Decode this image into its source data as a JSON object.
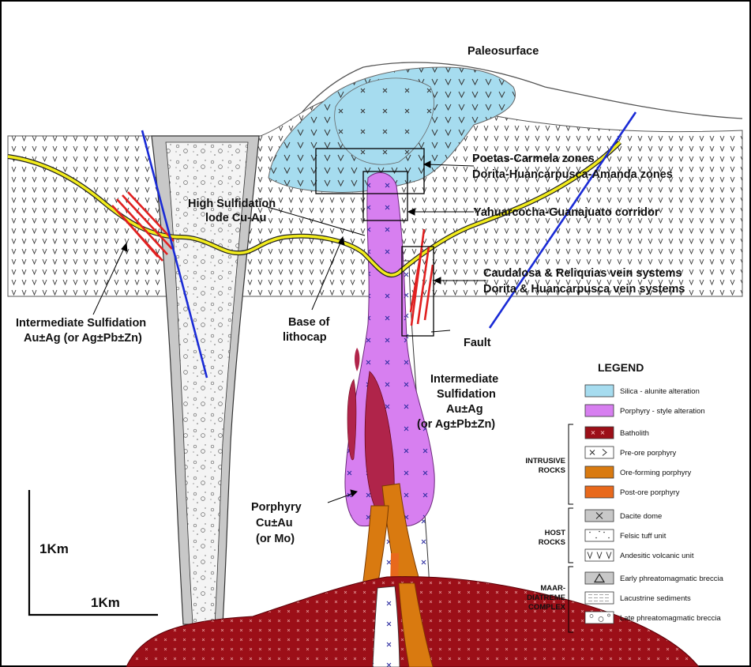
{
  "diagram": {
    "labels": {
      "paleosurface": "Paleosurface",
      "poetas": "Poetas-Carmela zones",
      "dorita_zones": "Dorita-Huancarpusca-Amanda zones",
      "high_sulf_1": "High Sulfidation",
      "high_sulf_2": "lode Cu-Au",
      "yahuarcocha": "Yahuarcocha-Guanajuato corridor",
      "caudalosa": "Caudalosa & Reliquias vein systems",
      "dorita_veins": "Dorita & Huancarpusca vein systems",
      "int_left_1": "Intermediate Sulfidation",
      "int_left_2": "Au±Ag (or Ag±Pb±Zn)",
      "base_1": "Base of",
      "base_2": "lithocap",
      "fault": "Fault",
      "int_right_1": "Intermediate",
      "int_right_2": "Sulfidation",
      "int_right_3": "Au±Ag",
      "int_right_4": "(or Ag±Pb±Zn)",
      "porphyry_1": "Porphyry",
      "porphyry_2": "Cu±Au",
      "porphyry_3": "(or Mo)",
      "scale_v": "1Km",
      "scale_h": "1Km"
    },
    "legend": {
      "title": "LEGEND",
      "items": [
        {
          "label": "Silica - alunite alteration",
          "color": "#a6dcef",
          "pattern": "solid"
        },
        {
          "label": "Porphyry - style alteration",
          "color": "#d77ff0",
          "pattern": "solid"
        },
        {
          "label": "Batholith",
          "color": "#9c0f18",
          "pattern": "cross"
        },
        {
          "label": "Pre-ore porphyry",
          "color": "#ffffff",
          "pattern": "x-chevron"
        },
        {
          "label": "Ore-forming porphyry",
          "color": "#d97a10",
          "pattern": "solid"
        },
        {
          "label": "Post-ore porphyry",
          "color": "#e8691c",
          "pattern": "solid"
        },
        {
          "label": "Dacite dome",
          "color": "#c8c8c8",
          "pattern": "x"
        },
        {
          "label": "Felsic tuff unit",
          "color": "#ffffff",
          "pattern": "dots"
        },
        {
          "label": "Andesitic volcanic unit",
          "color": "#ffffff",
          "pattern": "v"
        },
        {
          "label": "Early phreatomagmatic breccia",
          "color": "#c8c8c8",
          "pattern": "triangle"
        },
        {
          "label": "Lacustrine sediments",
          "color": "#ffffff",
          "pattern": "dashes"
        },
        {
          "label": "Late phreatomagmatic breccia",
          "color": "#ffffff",
          "pattern": "circles"
        }
      ],
      "groups": [
        {
          "line1": "INTRUSIVE",
          "line2": "ROCKS"
        },
        {
          "line1": "HOST",
          "line2": "ROCKS"
        },
        {
          "line1": "MAAR-",
          "line2": "DIATREME",
          "line3": "COMPLEX"
        }
      ]
    },
    "colors": {
      "silica_alunite": "#a6dcef",
      "porphyry_alteration": "#d77ff0",
      "batholith": "#9c0f18",
      "ore_porphyry": "#d97a10",
      "post_ore": "#e8691c",
      "vein": "#e02020",
      "fault": "#1a2bd6",
      "lithocap_base": "#f2ec1c"
    }
  }
}
